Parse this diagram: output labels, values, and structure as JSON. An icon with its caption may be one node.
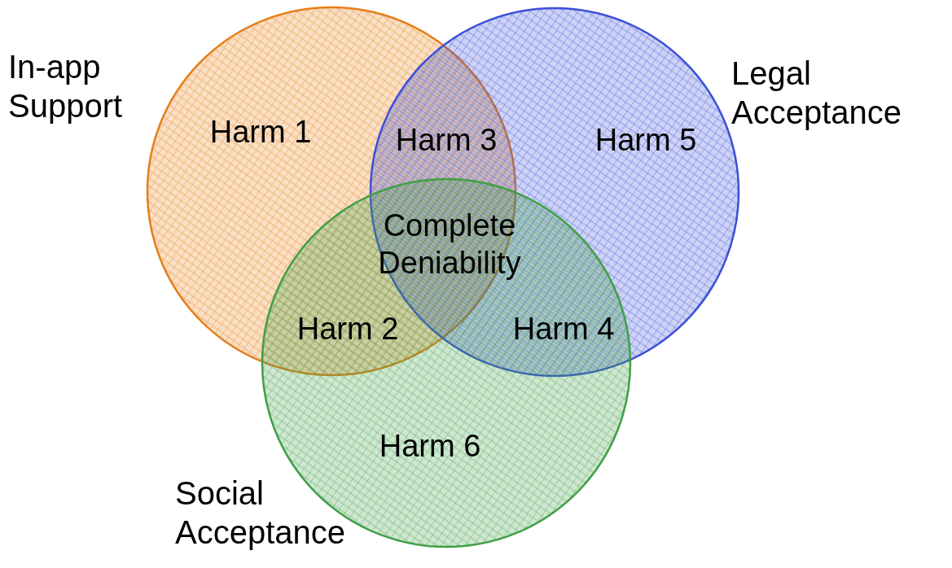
{
  "diagram": {
    "nodes": [
      {
        "text": [
          "In-app Support"
        ]
      },
      {
        "text": [
          "Legal Acceptance"
        ]
      },
      {
        "text": [
          "Social Acceptance"
        ]
      }
    ],
    "labels": [
      "Harm 1",
      "Harm 3",
      "Harm 5",
      "Complete Deniability",
      "Harm 2",
      "Harm 4",
      "Harm 6"
    ]
  }
}
